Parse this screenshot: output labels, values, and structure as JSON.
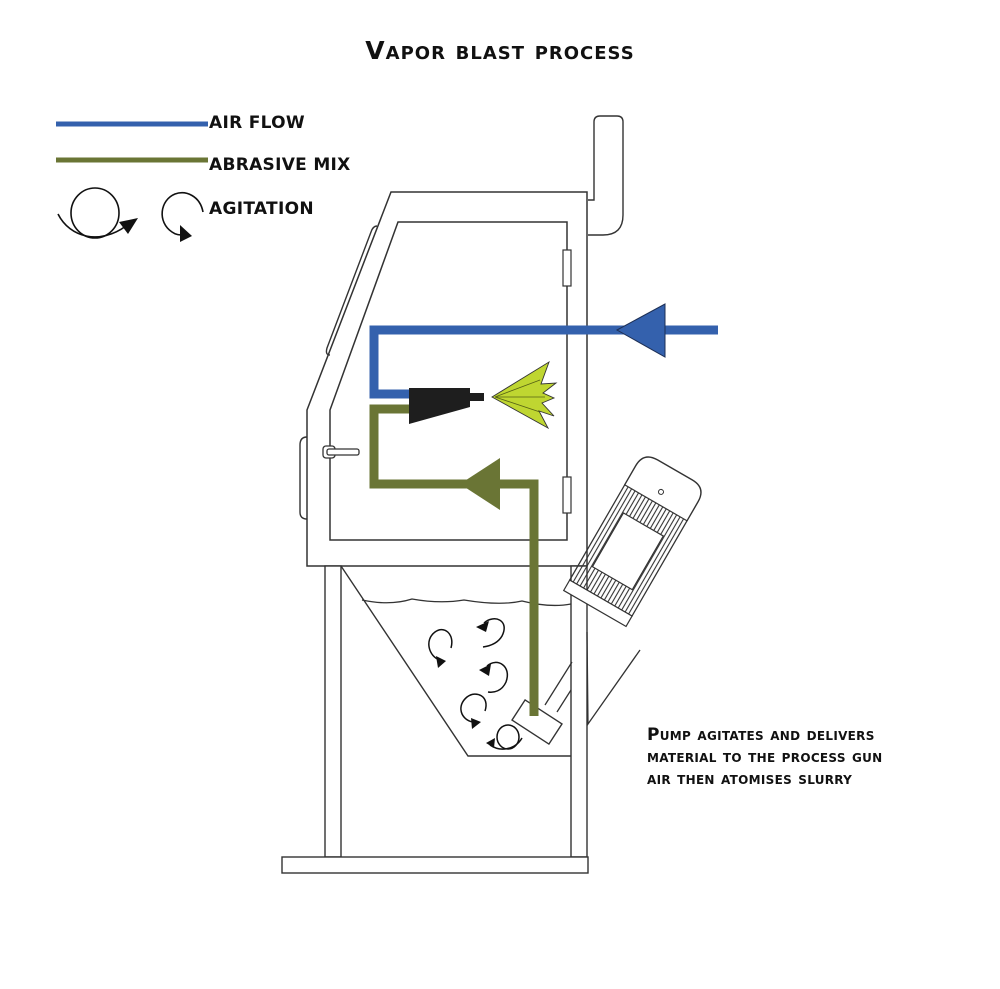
{
  "title": "Vapor blast process",
  "legend": {
    "items": [
      {
        "label": "AIR FLOW",
        "kind": "line",
        "color": "#3461AD"
      },
      {
        "label": "ABRASIVE MIX",
        "kind": "line",
        "color": "#6A7535"
      },
      {
        "label": "AGITATION",
        "kind": "rotation-arrows",
        "color": "#111111"
      }
    ]
  },
  "caption": {
    "lines": [
      "Pump agitates and delivers",
      "material to the process gun",
      "air then atomises slurry"
    ]
  },
  "colors": {
    "air_flow": "#3461AD",
    "abrasive_mix": "#6A7535",
    "spray": "#BFD631",
    "gun": "#1E1E1E",
    "outline": "#333333"
  },
  "components": [
    "blast-cabinet",
    "cabinet-door",
    "exhaust-duct",
    "process-gun",
    "spray-plume",
    "slurry-hopper",
    "pump",
    "pump-motor",
    "cabinet-stand"
  ]
}
